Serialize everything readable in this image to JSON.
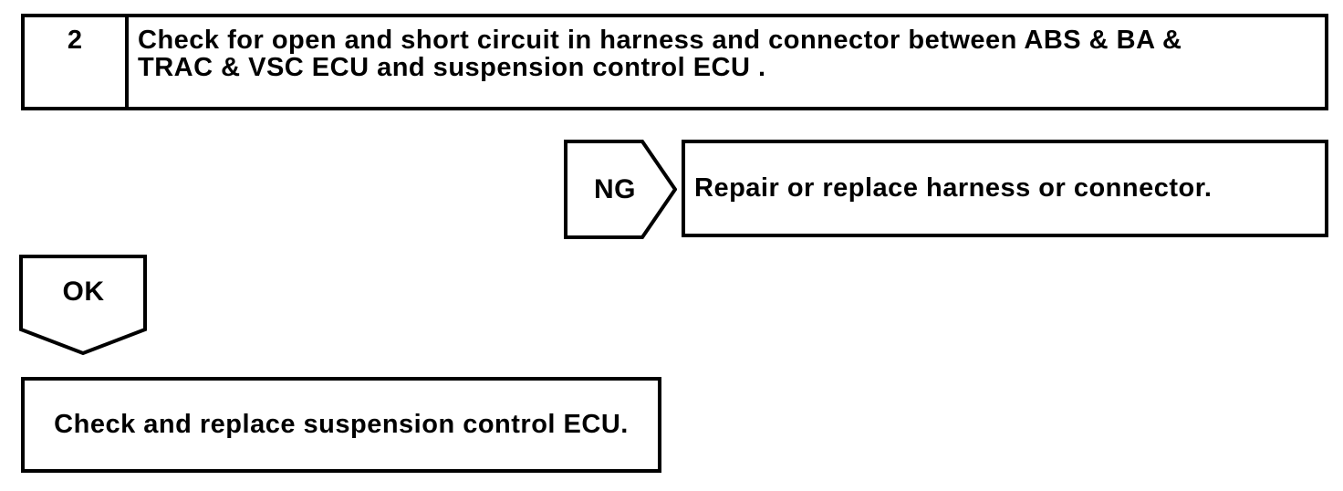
{
  "flowchart": {
    "step": {
      "number": "2",
      "instruction_line1": "Check for open and short circuit in harness and connector between ABS & BA &",
      "instruction_line2": "TRAC & VSC ECU and suspension control ECU ."
    },
    "ng_branch": {
      "connector_label": "NG",
      "action": "Repair or replace harness or connector."
    },
    "ok_branch": {
      "connector_label": "OK",
      "action": "Check and replace suspension control ECU."
    },
    "colors": {
      "line": "#000000",
      "background": "#ffffff"
    }
  }
}
